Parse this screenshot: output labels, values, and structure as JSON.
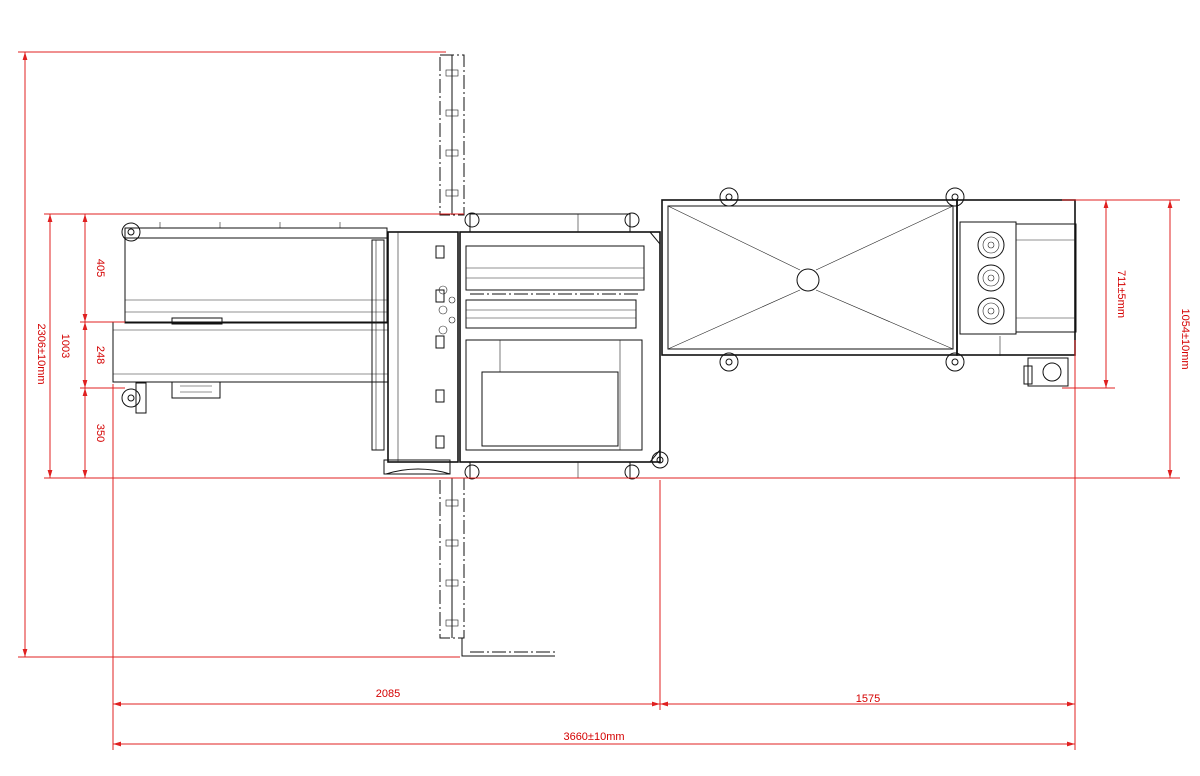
{
  "drawing": {
    "line_color": "#111111",
    "dimension_color": "#e02020",
    "dimensions": {
      "total_height": "2306±10mm",
      "left_height": "1003",
      "seg_top": "405",
      "seg_mid": "248",
      "seg_bottom": "350",
      "right_outer_height": "1054±10mm",
      "right_inner_height": "711±5mm",
      "left_width": "2085",
      "right_width": "1575",
      "total_width": "3660±10mm"
    }
  }
}
